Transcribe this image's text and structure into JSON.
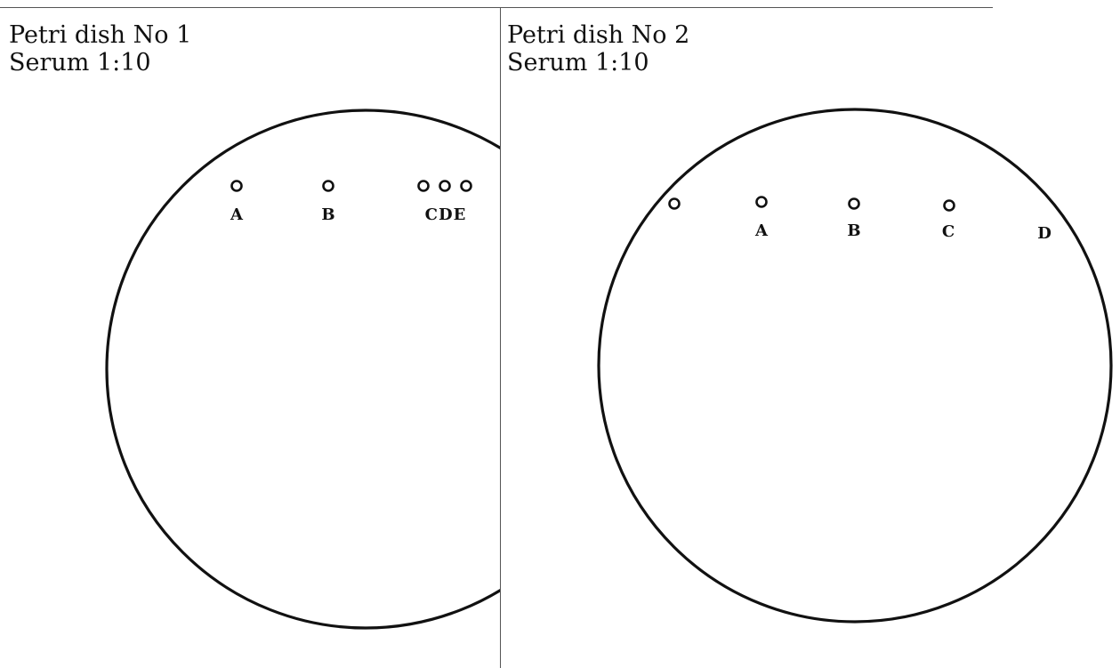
{
  "dishes": [
    {
      "title": "Petri dish No 1",
      "serum": "Serum 1:10",
      "wells": [
        {
          "label": "A"
        },
        {
          "label": "B"
        },
        {
          "label": ""
        },
        {
          "label": ""
        },
        {
          "label": ""
        }
      ],
      "group_label": "CDE"
    },
    {
      "title": "Petri dish No 2",
      "serum": "Serum 1:10",
      "wells": [
        {
          "label": ""
        },
        {
          "label": "A"
        },
        {
          "label": "B"
        },
        {
          "label": "C"
        }
      ],
      "extra_label": "D"
    }
  ],
  "colors": {
    "ink": "#111111",
    "rule": "#555555",
    "background": "#ffffff"
  }
}
